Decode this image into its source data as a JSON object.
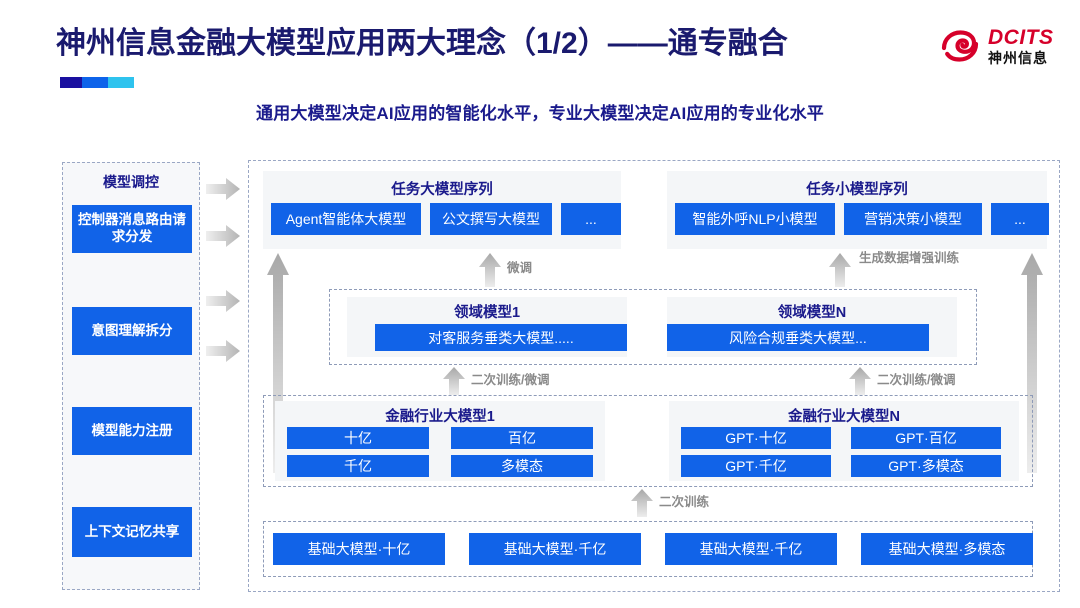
{
  "header": {
    "title": "神州信息金融大模型应用两大理念（1/2）——通专融合",
    "subtitle": "通用大模型决定AI应用的智能化水平，专业大模型决定AI应用的专业化水平",
    "logo": {
      "en": "DCITS",
      "cn": "神州信息",
      "mark": "swirl-icon"
    },
    "accent_colors": [
      "#1a10a0",
      "#0d63ea",
      "#2ec3ee"
    ],
    "title_color": "#1a1a6e",
    "subtitle_color": "#1a1a8c"
  },
  "control_panel": {
    "title": "模型调控",
    "items": [
      "控制器消息路由请求分发",
      "意图理解拆分",
      "模型能力注册",
      "上下文记忆共享"
    ]
  },
  "layers": {
    "task_large": {
      "title": "任务大模型序列",
      "chips": [
        "Agent智能体大模型",
        "公文撰写大模型",
        "..."
      ]
    },
    "task_small": {
      "title": "任务小模型序列",
      "chips": [
        "智能外呼NLP小模型",
        "营销决策小模型",
        "..."
      ]
    },
    "domain_1": {
      "title": "领域模型1",
      "chips": [
        "对客服务垂类大模型....."
      ]
    },
    "domain_n": {
      "title": "领域模型N",
      "chips": [
        "风险合规垂类大模型..."
      ]
    },
    "industry_1": {
      "title": "金融行业大模型1",
      "chips": [
        "十亿",
        "百亿",
        "千亿",
        "多模态"
      ]
    },
    "industry_n": {
      "title": "金融行业大模型N",
      "chips": [
        "GPT·十亿",
        "GPT·百亿",
        "GPT·千亿",
        "GPT·多模态"
      ]
    },
    "foundation": {
      "chips": [
        "基础大模型·十亿",
        "基础大模型·千亿",
        "基础大模型·千亿",
        "基础大模型·多模态"
      ]
    }
  },
  "arrow_labels": {
    "fine_tune": "微调",
    "gen_data_aug": "生成数据增强训练",
    "retrain_finetune_left": "二次训练/微调",
    "retrain_finetune_right": "二次训练/微调",
    "retrain": "二次训练"
  },
  "colors": {
    "chip_blue": "#1163e8",
    "panel_gray": "#f4f6f8",
    "dashed_border": "#9aa7c4",
    "arrow_gray": "#c9c9c9",
    "logo_red": "#d6002a"
  }
}
